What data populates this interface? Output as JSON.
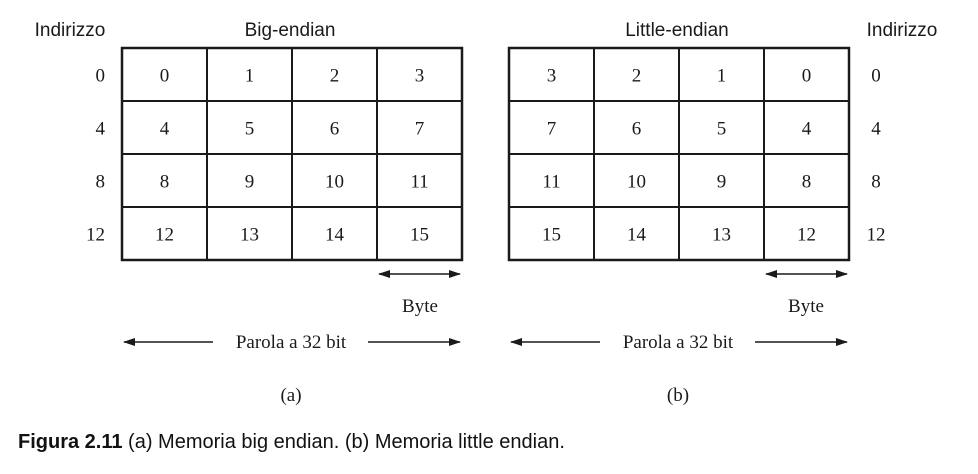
{
  "headers": {
    "address_left": "Indirizzo",
    "address_right": "Indirizzo",
    "big_endian": "Big-endian",
    "little_endian": "Little-endian"
  },
  "addresses": [
    "0",
    "4",
    "8",
    "12"
  ],
  "big_endian": {
    "rows": [
      [
        "0",
        "1",
        "2",
        "3"
      ],
      [
        "4",
        "5",
        "6",
        "7"
      ],
      [
        "8",
        "9",
        "10",
        "11"
      ],
      [
        "12",
        "13",
        "14",
        "15"
      ]
    ],
    "byte_label": "Byte",
    "word_label": "Parola a 32 bit",
    "sublabel": "(a)"
  },
  "little_endian": {
    "rows": [
      [
        "3",
        "2",
        "1",
        "0"
      ],
      [
        "7",
        "6",
        "5",
        "4"
      ],
      [
        "11",
        "10",
        "9",
        "8"
      ],
      [
        "15",
        "14",
        "13",
        "12"
      ]
    ],
    "byte_label": "Byte",
    "word_label": "Parola a 32 bit",
    "sublabel": "(b)"
  },
  "caption": {
    "label": "Figura 2.11",
    "text": " (a) Memoria big endian. (b) Memoria little endian."
  },
  "colors": {
    "ink": "#1a1a1a"
  }
}
